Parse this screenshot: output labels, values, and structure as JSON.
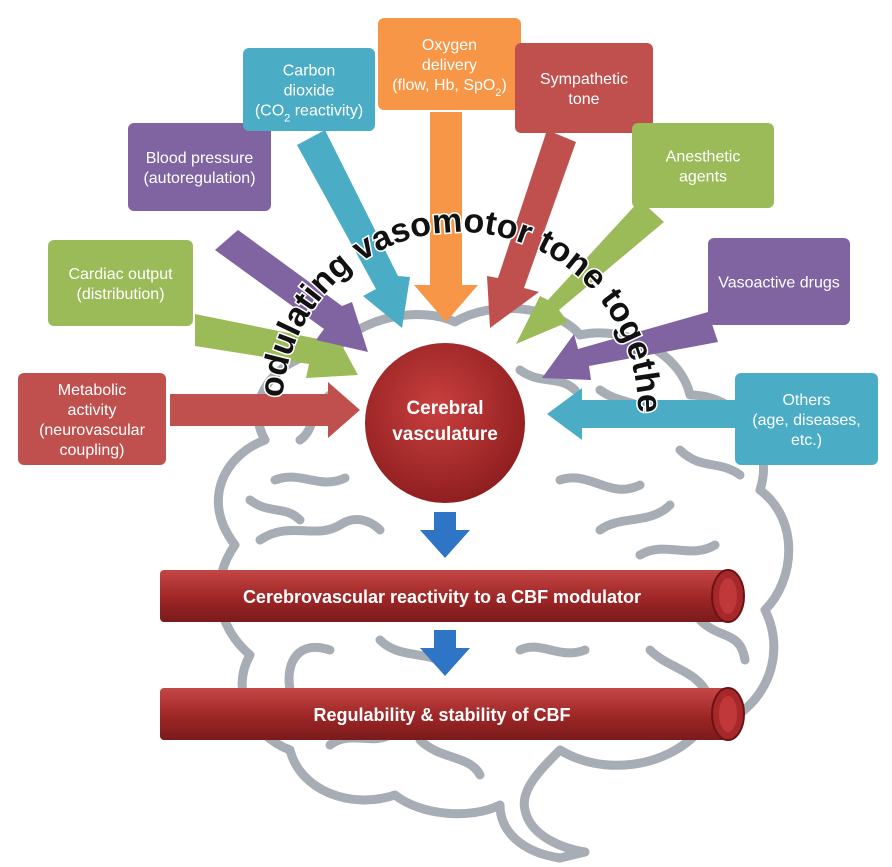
{
  "colors": {
    "red": "#c0504d",
    "purple": "#8064a2",
    "blue": "#4bacc6",
    "orange": "#f79646",
    "green": "#9bbb59",
    "dark_red": "#a8282a",
    "down_arrow": "#2e75c6",
    "brain_outline": "#a6adb5"
  },
  "arc_title": "Modulating vasomotor tone together",
  "center": {
    "line1": "Cerebral",
    "line2": "vasculature"
  },
  "factors": [
    {
      "id": "metabolic",
      "color": "red",
      "lines": [
        "Metabolic",
        "activity",
        "(neurovascular",
        "coupling)"
      ]
    },
    {
      "id": "cardiac",
      "color": "green",
      "lines": [
        "Cardiac output",
        "(distribution)"
      ]
    },
    {
      "id": "bp",
      "color": "purple",
      "lines": [
        "Blood pressure",
        "(autoregulation)"
      ]
    },
    {
      "id": "co2",
      "color": "blue",
      "lines": [
        "Carbon",
        "dioxide"
      ],
      "line3_prefix": "(CO",
      "line3_sub": "2",
      "line3_suffix": " reactivity)"
    },
    {
      "id": "oxygen",
      "color": "orange",
      "lines": [
        "Oxygen",
        "delivery"
      ],
      "line3_prefix": "(flow, Hb, SpO",
      "line3_sub": "2",
      "line3_suffix": ")"
    },
    {
      "id": "sympathetic",
      "color": "red",
      "lines": [
        "Sympathetic",
        "tone"
      ]
    },
    {
      "id": "anesthetic",
      "color": "green",
      "lines": [
        "Anesthetic",
        "agents"
      ]
    },
    {
      "id": "vasoactive",
      "color": "purple",
      "lines": [
        "Vasoactive drugs"
      ]
    },
    {
      "id": "others",
      "color": "blue",
      "lines": [
        "Others",
        "(age, diseases,",
        "etc.)"
      ]
    }
  ],
  "bars": [
    {
      "id": "reactivity",
      "label": "Cerebrovascular reactivity to a CBF modulator"
    },
    {
      "id": "regulability",
      "label": "Regulability & stability of CBF"
    }
  ]
}
